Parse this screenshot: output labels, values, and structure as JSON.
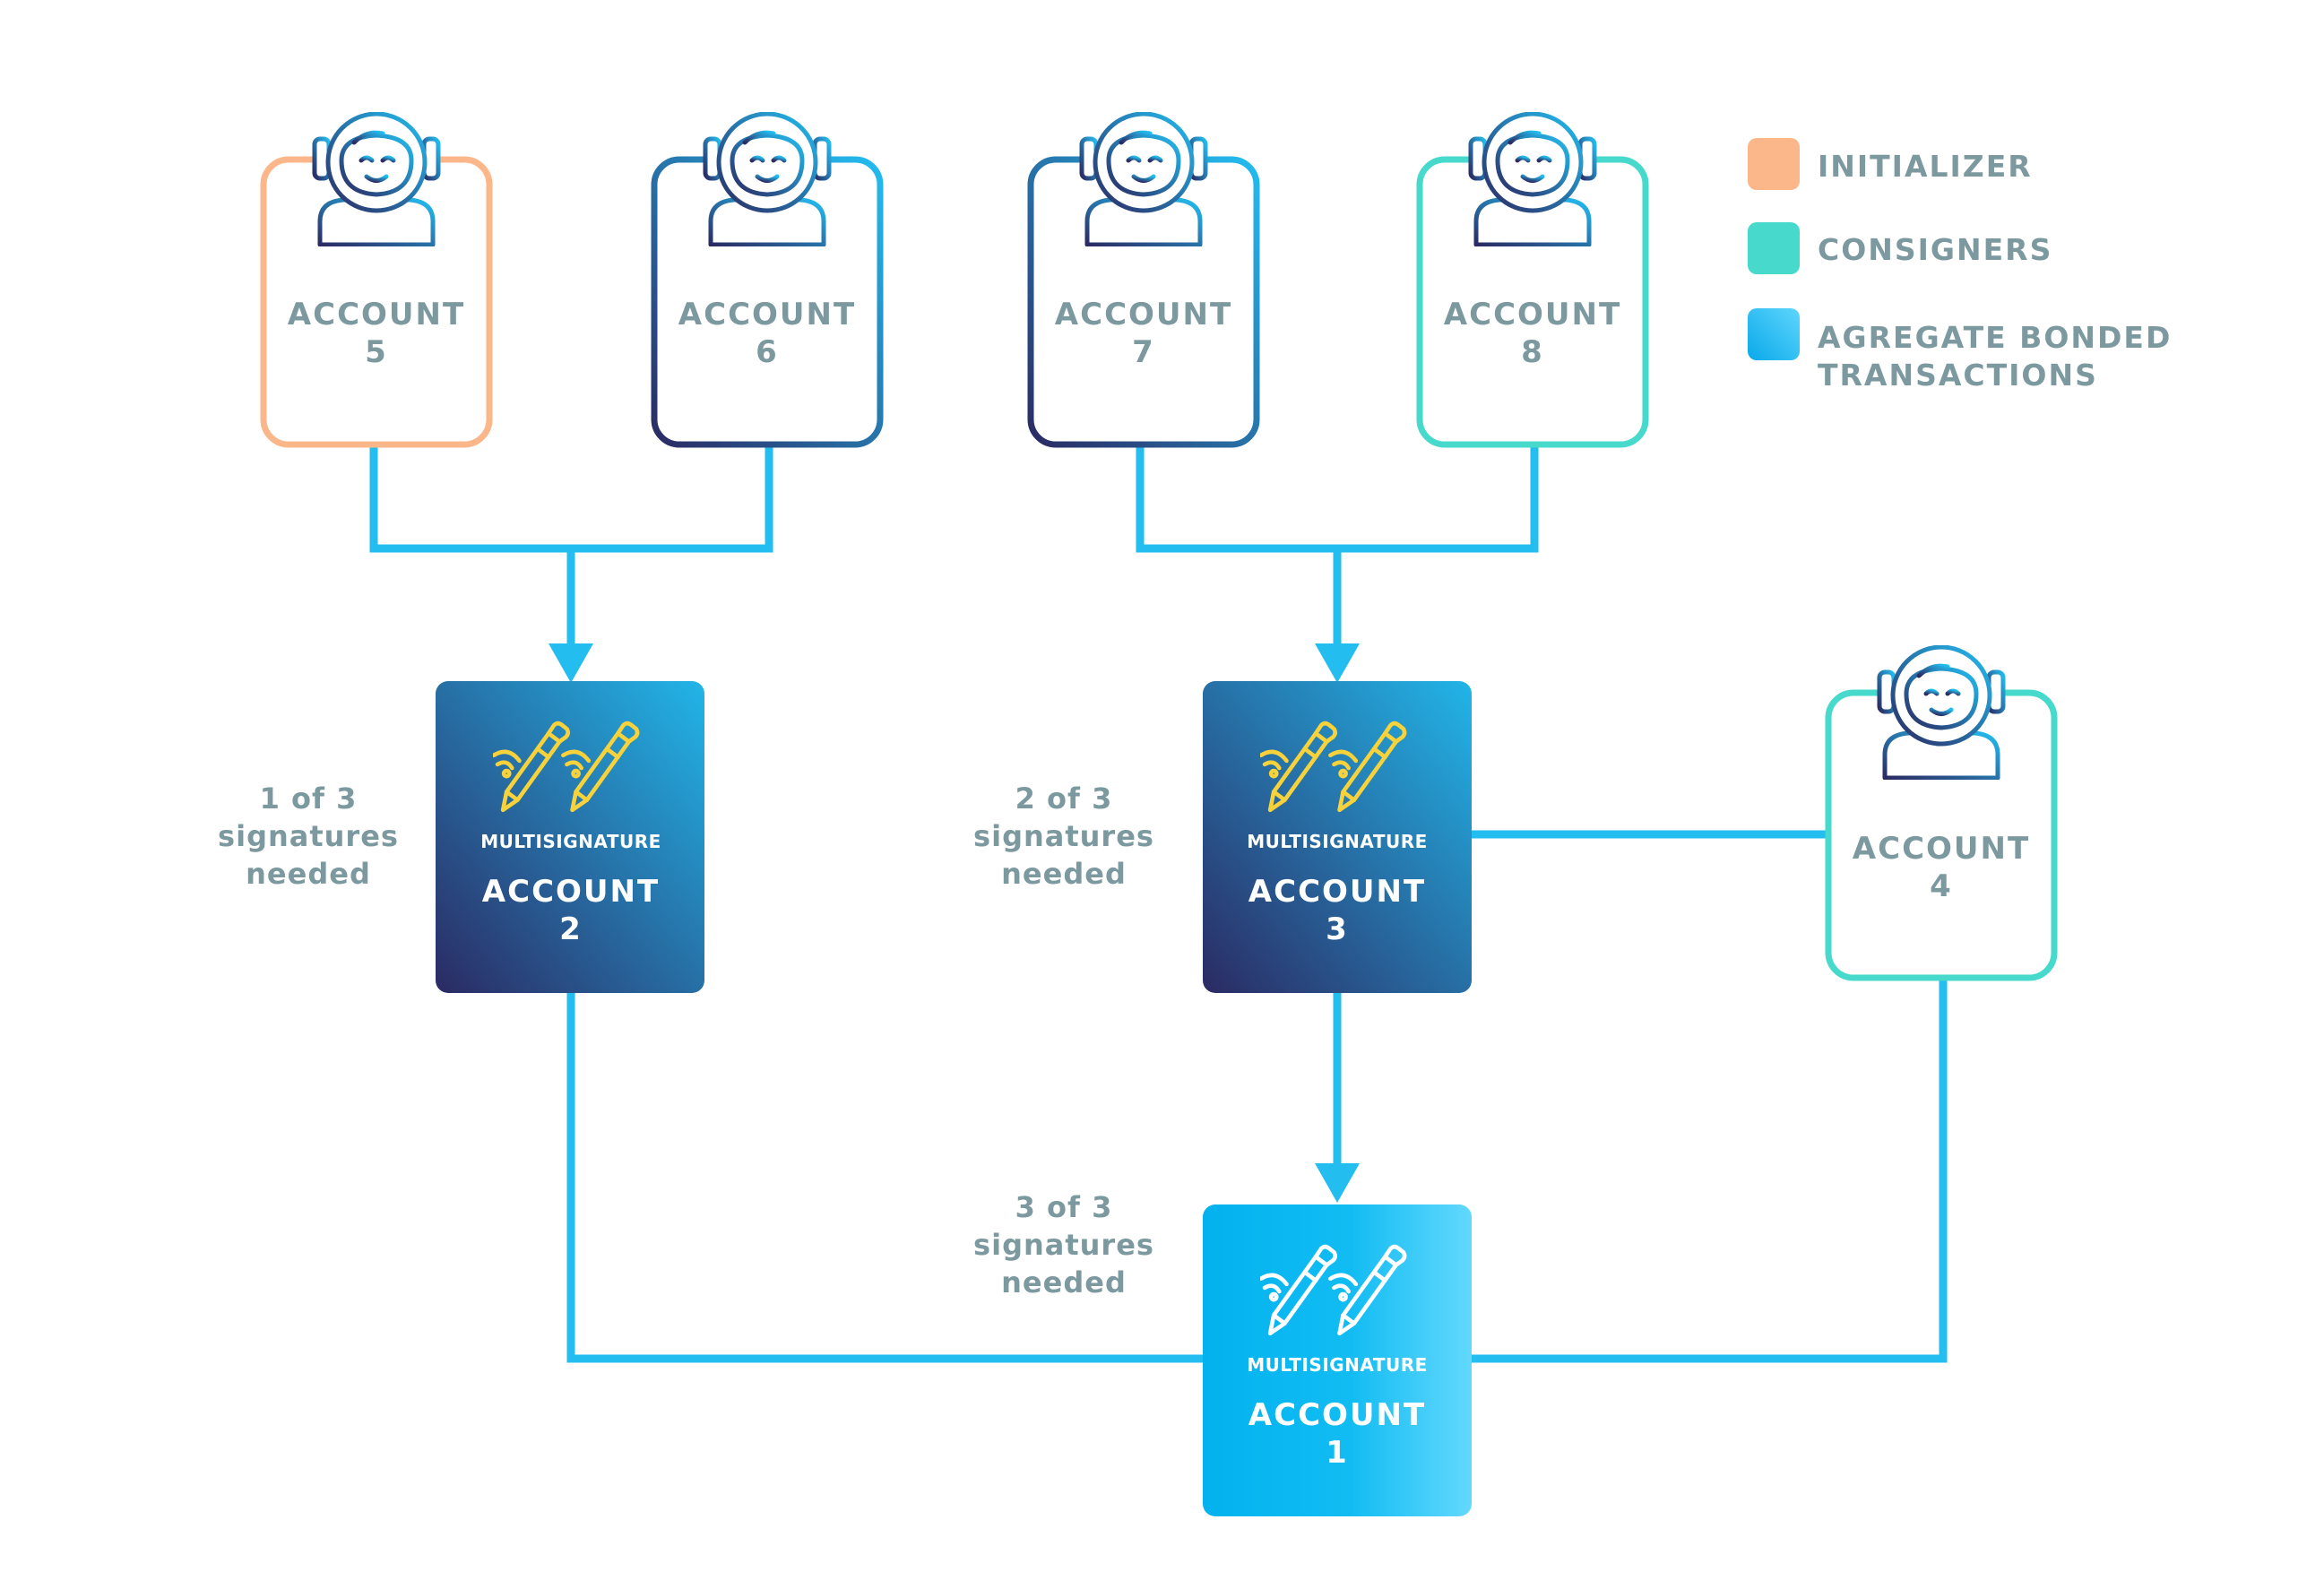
{
  "colors": {
    "initializer": "#fbb789",
    "consigner": "#46d9cc",
    "connector": "#23bdf0",
    "label_text": "#7d99a0",
    "dark_navy": "#2b2a63",
    "aggregate_light": "#5fd6fd",
    "aggregate_mid": "#0bb6ee",
    "pen_yellow": "#f7d23a"
  },
  "legend": {
    "initializer": "INITIALIZER",
    "consigners": "CONSIGNERS",
    "aggregate_line1": "AGREGATE BONDED",
    "aggregate_line2": "TRANSACTIONS"
  },
  "accounts": {
    "a5": {
      "line1": "ACCOUNT",
      "line2": "5",
      "role": "initializer",
      "icon": "astronaut-icon"
    },
    "a6": {
      "line1": "ACCOUNT",
      "line2": "6",
      "role": "cosigner",
      "icon": "astronaut-icon"
    },
    "a7": {
      "line1": "ACCOUNT",
      "line2": "7",
      "role": "cosigner",
      "icon": "astronaut-icon"
    },
    "a8": {
      "line1": "ACCOUNT",
      "line2": "8",
      "role": "consigner",
      "icon": "astronaut-icon"
    },
    "a4": {
      "line1": "ACCOUNT",
      "line2": "4",
      "role": "consigner",
      "icon": "astronaut-icon"
    }
  },
  "multisig": {
    "a2": {
      "label": "MULTISIGNATURE",
      "line1": "ACCOUNT",
      "line2": "2",
      "icon": "pens-icon"
    },
    "a3": {
      "label": "MULTISIGNATURE",
      "line1": "ACCOUNT",
      "line2": "3",
      "icon": "pens-icon"
    },
    "a1": {
      "label": "MULTISIGNATURE",
      "line1": "ACCOUNT",
      "line2": "1",
      "icon": "pens-icon"
    }
  },
  "notes": {
    "n1": {
      "l1": "1 of 3",
      "l2": "signatures",
      "l3": "needed"
    },
    "n2": {
      "l1": "2 of 3",
      "l2": "signatures",
      "l3": "needed"
    },
    "n3": {
      "l1": "3 of 3",
      "l2": "signatures",
      "l3": "needed"
    }
  }
}
